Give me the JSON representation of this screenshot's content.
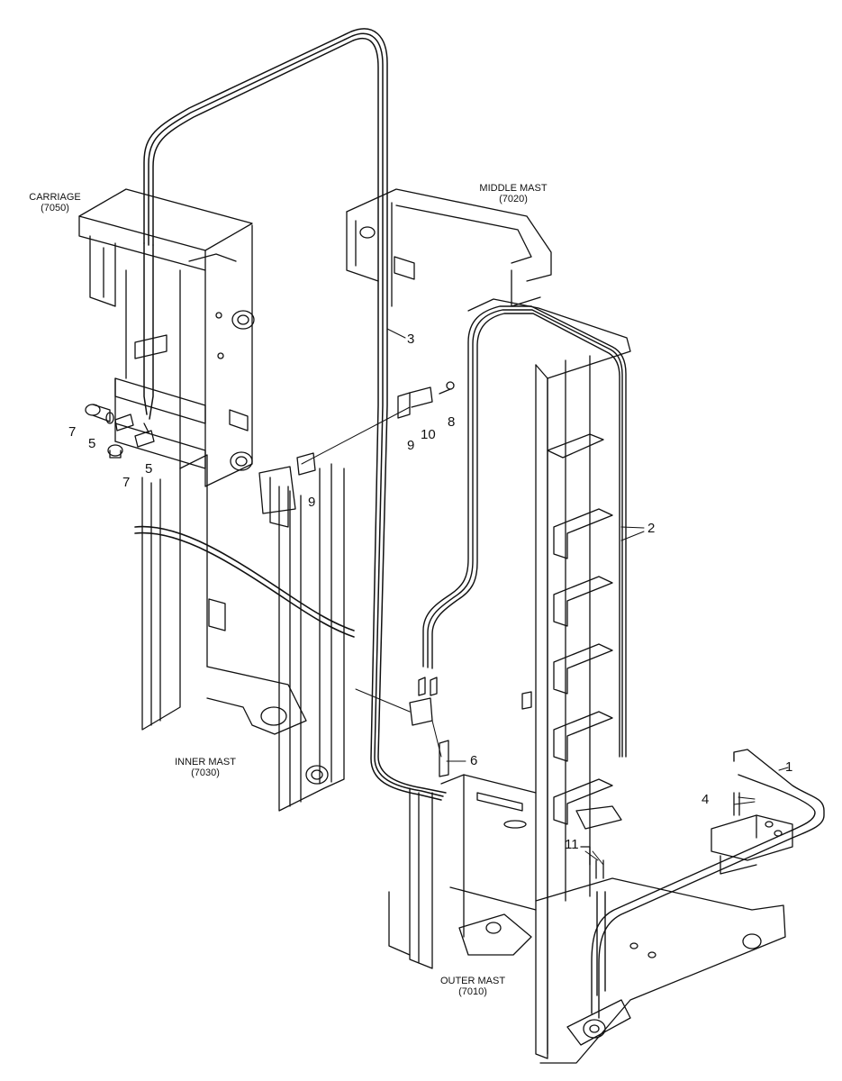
{
  "labels": {
    "carriage": {
      "name": "CARRIAGE",
      "code": "(7050)"
    },
    "middle_mast": {
      "name": "MIDDLE MAST",
      "code": "(7020)"
    },
    "inner_mast": {
      "name": "INNER MAST",
      "code": "(7030)"
    },
    "outer_mast": {
      "name": "OUTER MAST",
      "code": "(7010)"
    }
  },
  "callouts": {
    "c1": "1",
    "c2": "2",
    "c3": "3",
    "c4": "4",
    "c5a": "5",
    "c5b": "5",
    "c6": "6",
    "c7a": "7",
    "c7b": "7",
    "c8": "8",
    "c9a": "9",
    "c9b": "9",
    "c10": "10",
    "c11": "11"
  }
}
